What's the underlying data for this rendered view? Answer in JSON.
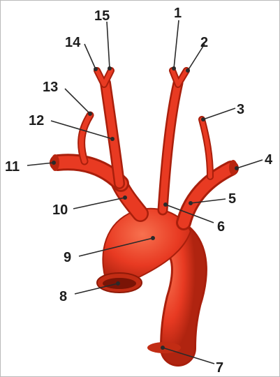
{
  "colors": {
    "vessel": "#e83a22",
    "vessel_dark": "#b8250f",
    "vessel_light": "#f7714f",
    "label_text": "#1d1d1d",
    "leader_line": "#2a2a2a"
  },
  "labels": [
    "1",
    "2",
    "3",
    "4",
    "5",
    "6",
    "7",
    "8",
    "9",
    "10",
    "11",
    "12",
    "13",
    "14",
    "15"
  ]
}
